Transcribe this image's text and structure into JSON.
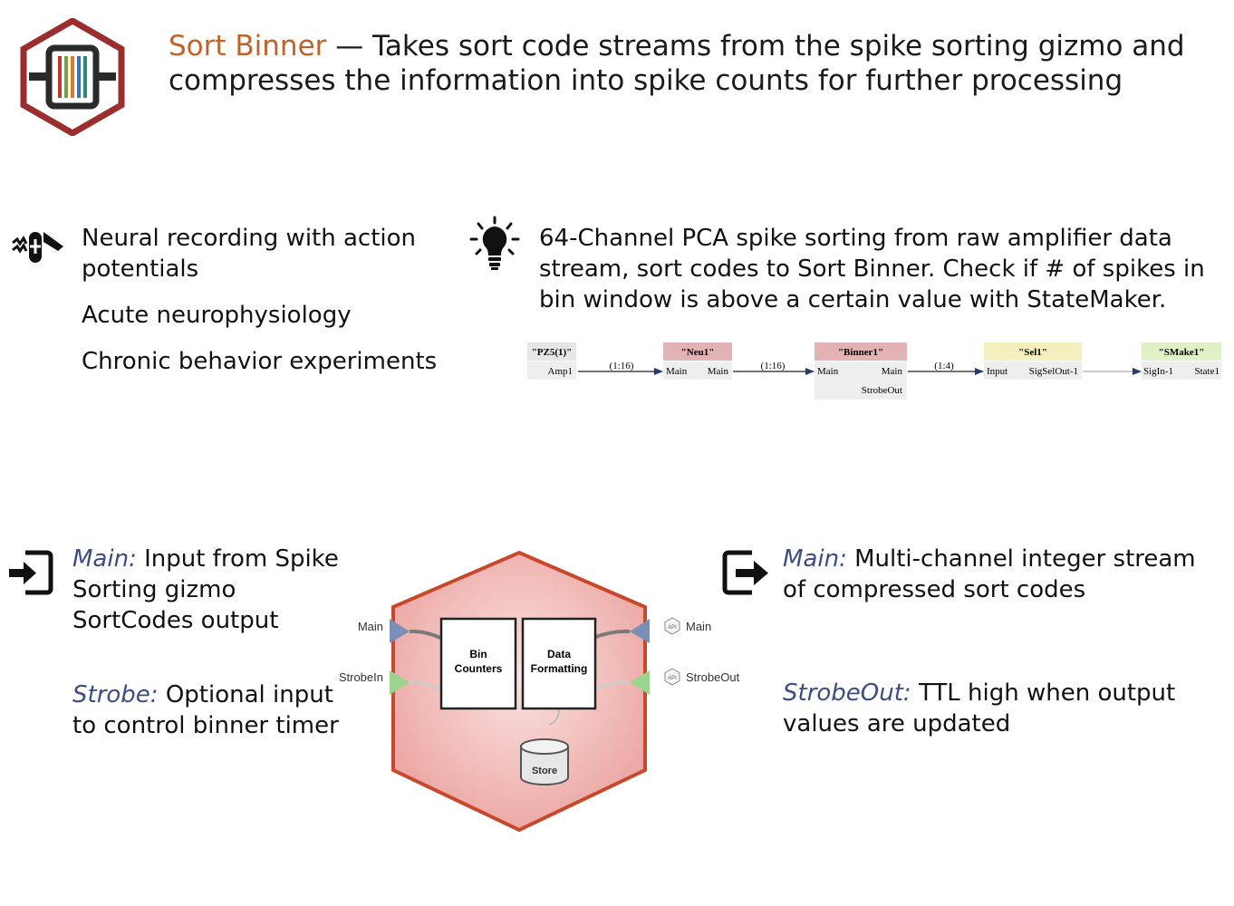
{
  "header": {
    "gizmo_name": "Sort Binner",
    "description": " — Takes sort code streams from the spike sorting gizmo and compresses the information into spike counts for further processing"
  },
  "use_cases": {
    "icon": "neural-probe-icon",
    "items": [
      "Neural recording with action potentials",
      "Acute neurophysiology",
      "Chronic behavior experiments"
    ]
  },
  "example": {
    "icon": "lightbulb-icon",
    "text": "64-Channel PCA spike sorting from raw amplifier data stream, sort codes to Sort Binner. Check if # of spikes in bin window is above a certain value with StateMaker."
  },
  "chain": {
    "blocks": [
      {
        "title": "\"PZ5(1)\"",
        "left_port": "",
        "right_port": "Amp1",
        "extra": ""
      },
      {
        "title": "\"Neu1\"",
        "left_port": "Main",
        "right_port": "Main",
        "extra": ""
      },
      {
        "title": "\"Binner1\"",
        "left_port": "Main",
        "right_port": "Main",
        "extra": "StrobeOut"
      },
      {
        "title": "\"Sel1\"",
        "left_port": "Input",
        "right_port": "SigSelOut-1",
        "extra": ""
      },
      {
        "title": "\"SMake1\"",
        "left_port": "SigIn-1",
        "right_port": "State1",
        "extra": ""
      }
    ],
    "links": [
      "(1:16)",
      "(1:16)",
      "(1:4)",
      ""
    ],
    "colors": {
      "neutral": "#e6e6e6",
      "red": "#e3b2b4",
      "yellow": "#f4efbe",
      "green": "#e1f1c6"
    }
  },
  "inputs": {
    "icon": "input-arrow-icon",
    "main_name": "Main:",
    "main_desc": " Input from Spike Sorting gizmo SortCodes output",
    "strobe_name": "Strobe:",
    "strobe_desc": " Optional input to control binner timer"
  },
  "outputs": {
    "icon": "output-arrow-icon",
    "main_name": "Main:",
    "main_desc": " Multi-channel integer stream of compressed sort codes",
    "strobe_name": "StrobeOut:",
    "strobe_desc": " TTL high when output values are updated"
  },
  "gizmo_diagram": {
    "input_labels": [
      "Main",
      "StrobeIn"
    ],
    "output_labels": [
      "Main",
      "StrobeOut"
    ],
    "api_badge": "API",
    "blocks": [
      "Bin Counters",
      "Data Formatting"
    ],
    "store": "Store",
    "colors": {
      "fill": "#f1b9b6",
      "border": "#c9472b",
      "main_port": "#7b8fb6",
      "strobe_port": "#9ad48d"
    }
  }
}
